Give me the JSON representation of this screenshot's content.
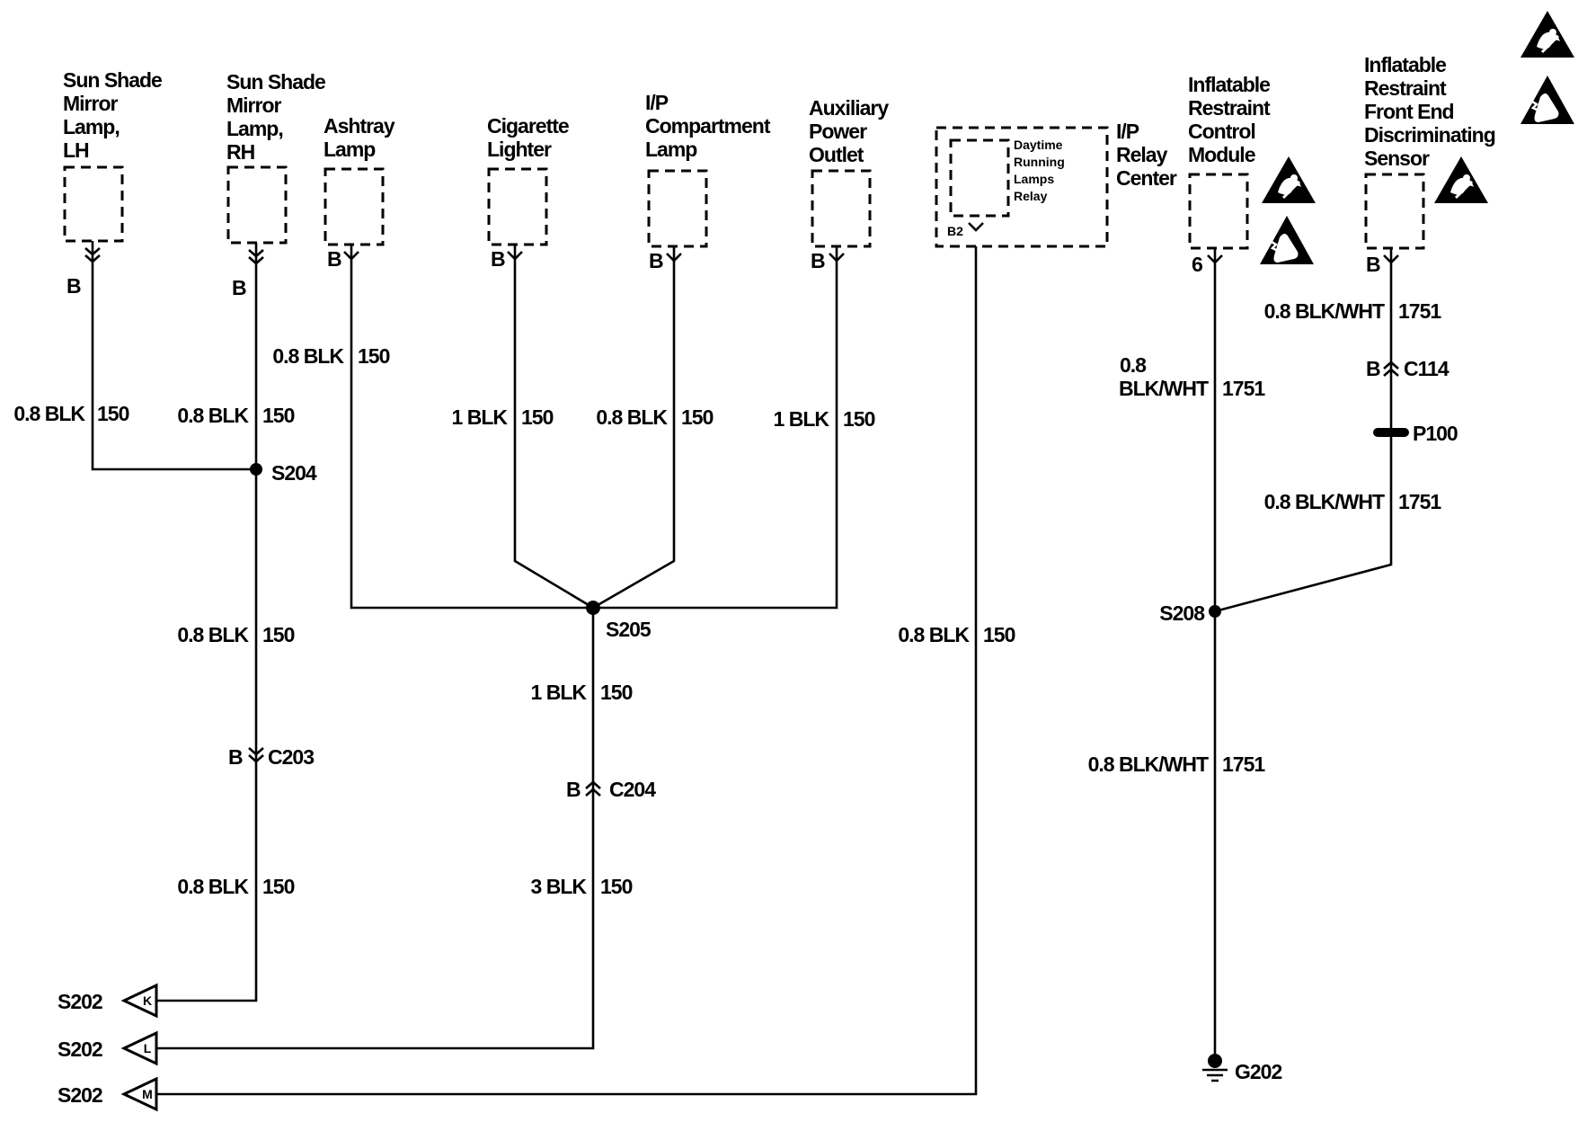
{
  "components": {
    "sunshade_lh": [
      "Sun Shade",
      "Mirror",
      "Lamp,",
      "LH"
    ],
    "sunshade_rh": [
      "Sun Shade",
      "Mirror",
      "Lamp,",
      "RH"
    ],
    "ashtray": [
      "Ashtray",
      "Lamp"
    ],
    "cigarette": [
      "Cigarette",
      "Lighter"
    ],
    "ip_compartment": [
      "I/P",
      "Compartment",
      "Lamp"
    ],
    "aux_power": [
      "Auxiliary",
      "Power",
      "Outlet"
    ],
    "drl_relay": [
      "Daytime",
      "Running",
      "Lamps",
      "Relay"
    ],
    "ip_relay_center": [
      "I/P",
      "Relay",
      "Center"
    ],
    "irc_module": [
      "Inflatable",
      "Restraint",
      "Control",
      "Module"
    ],
    "irfed_sensor": [
      "Inflatable",
      "Restraint",
      "Front End",
      "Discriminating",
      "Sensor"
    ]
  },
  "pins": {
    "lh": "B",
    "rh": "B",
    "ashtray": "B",
    "cigarette": "B",
    "ip_compartment": "B",
    "aux_power": "B",
    "relay": "B2",
    "irc": "6",
    "sensor": "B"
  },
  "wires": {
    "w_lh": {
      "size": "0.8 BLK",
      "circuit": "150"
    },
    "w_rh_top": {
      "size": "0.8 BLK",
      "circuit": "150"
    },
    "w_ashtray": {
      "size": "0.8 BLK",
      "circuit": "150"
    },
    "w_cig": {
      "size": "1 BLK",
      "circuit": "150"
    },
    "w_ipc": {
      "size": "0.8 BLK",
      "circuit": "150"
    },
    "w_aux": {
      "size": "1 BLK",
      "circuit": "150"
    },
    "w_s204_c203": {
      "size": "0.8 BLK",
      "circuit": "150"
    },
    "w_c203_s202": {
      "size": "0.8 BLK",
      "circuit": "150"
    },
    "w_s205_c204": {
      "size": "1 BLK",
      "circuit": "150"
    },
    "w_c204_s202": {
      "size": "3 BLK",
      "circuit": "150"
    },
    "w_relay": {
      "size": "0.8 BLK",
      "circuit": "150"
    },
    "w_irc": {
      "size_line1": "0.8",
      "size_line2": "BLK/WHT",
      "circuit": "1751"
    },
    "w_sensor_top": {
      "size": "0.8 BLK/WHT",
      "circuit": "1751"
    },
    "w_sensor_mid": {
      "size": "0.8 BLK/WHT",
      "circuit": "1751"
    },
    "w_s208_g202": {
      "size": "0.8 BLK/WHT",
      "circuit": "1751"
    }
  },
  "connectors": {
    "c203": {
      "pin": "B",
      "name": "C203"
    },
    "c204": {
      "pin": "B",
      "name": "C204"
    },
    "c114": {
      "pin": "B",
      "name": "C114"
    },
    "p100": "P100"
  },
  "splices": {
    "s204": "S204",
    "s205": "S205",
    "s208": "S208"
  },
  "grounds": {
    "g202": "G202"
  },
  "references": [
    {
      "name": "S202",
      "letter": "K"
    },
    {
      "name": "S202",
      "letter": "L"
    },
    {
      "name": "S202",
      "letter": "M"
    }
  ],
  "icons": [
    "inflatable-restraint-warning-icon",
    "esd-sensitive-icon"
  ]
}
